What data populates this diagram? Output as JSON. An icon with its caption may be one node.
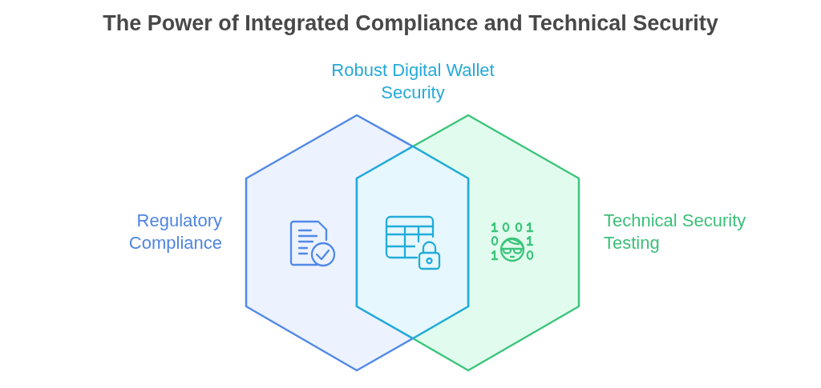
{
  "diagram": {
    "title": "The Power of Integrated Compliance and Technical Security",
    "nodes": [
      {
        "text": [
          "Robust Digital Wallet Security"
        ]
      },
      {
        "text": [
          "Regulatory Compliance"
        ]
      },
      {
        "text": [
          "Technical Security Testing"
        ]
      }
    ]
  }
}
